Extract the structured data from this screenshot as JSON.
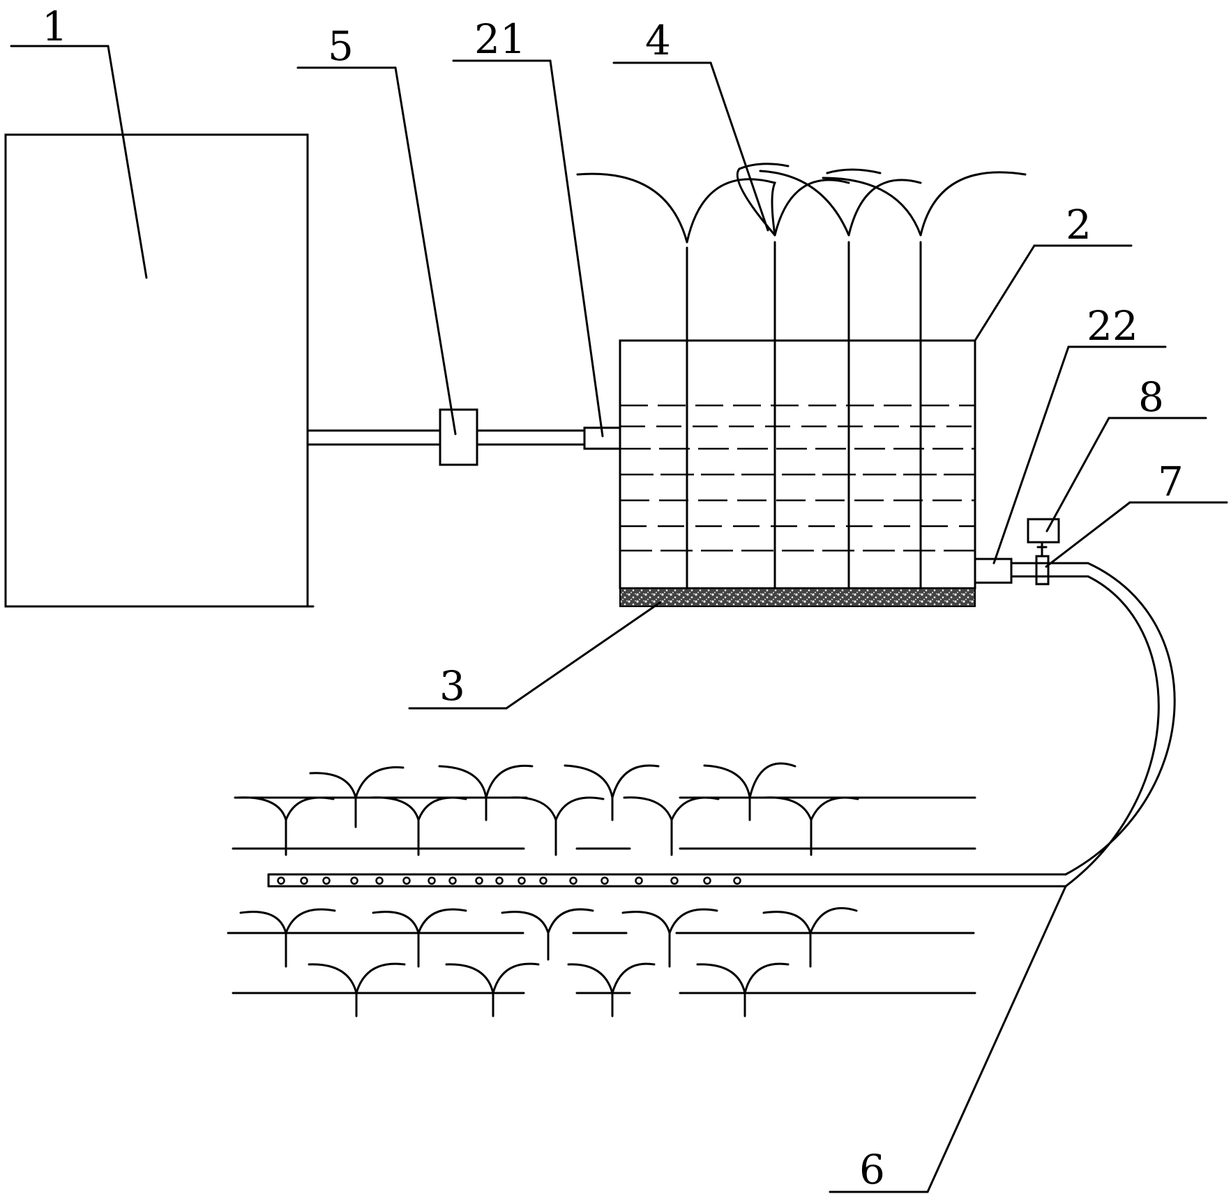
{
  "diagram": {
    "labels": [
      {
        "id": "label-1",
        "text": "1"
      },
      {
        "id": "label-5",
        "text": "5"
      },
      {
        "id": "label-21",
        "text": "21"
      },
      {
        "id": "label-4",
        "text": "4"
      },
      {
        "id": "label-2",
        "text": "2"
      },
      {
        "id": "label-22",
        "text": "22"
      },
      {
        "id": "label-8",
        "text": "8"
      },
      {
        "id": "label-7",
        "text": "7"
      },
      {
        "id": "label-3",
        "text": "3"
      },
      {
        "id": "label-6",
        "text": "6"
      }
    ]
  }
}
